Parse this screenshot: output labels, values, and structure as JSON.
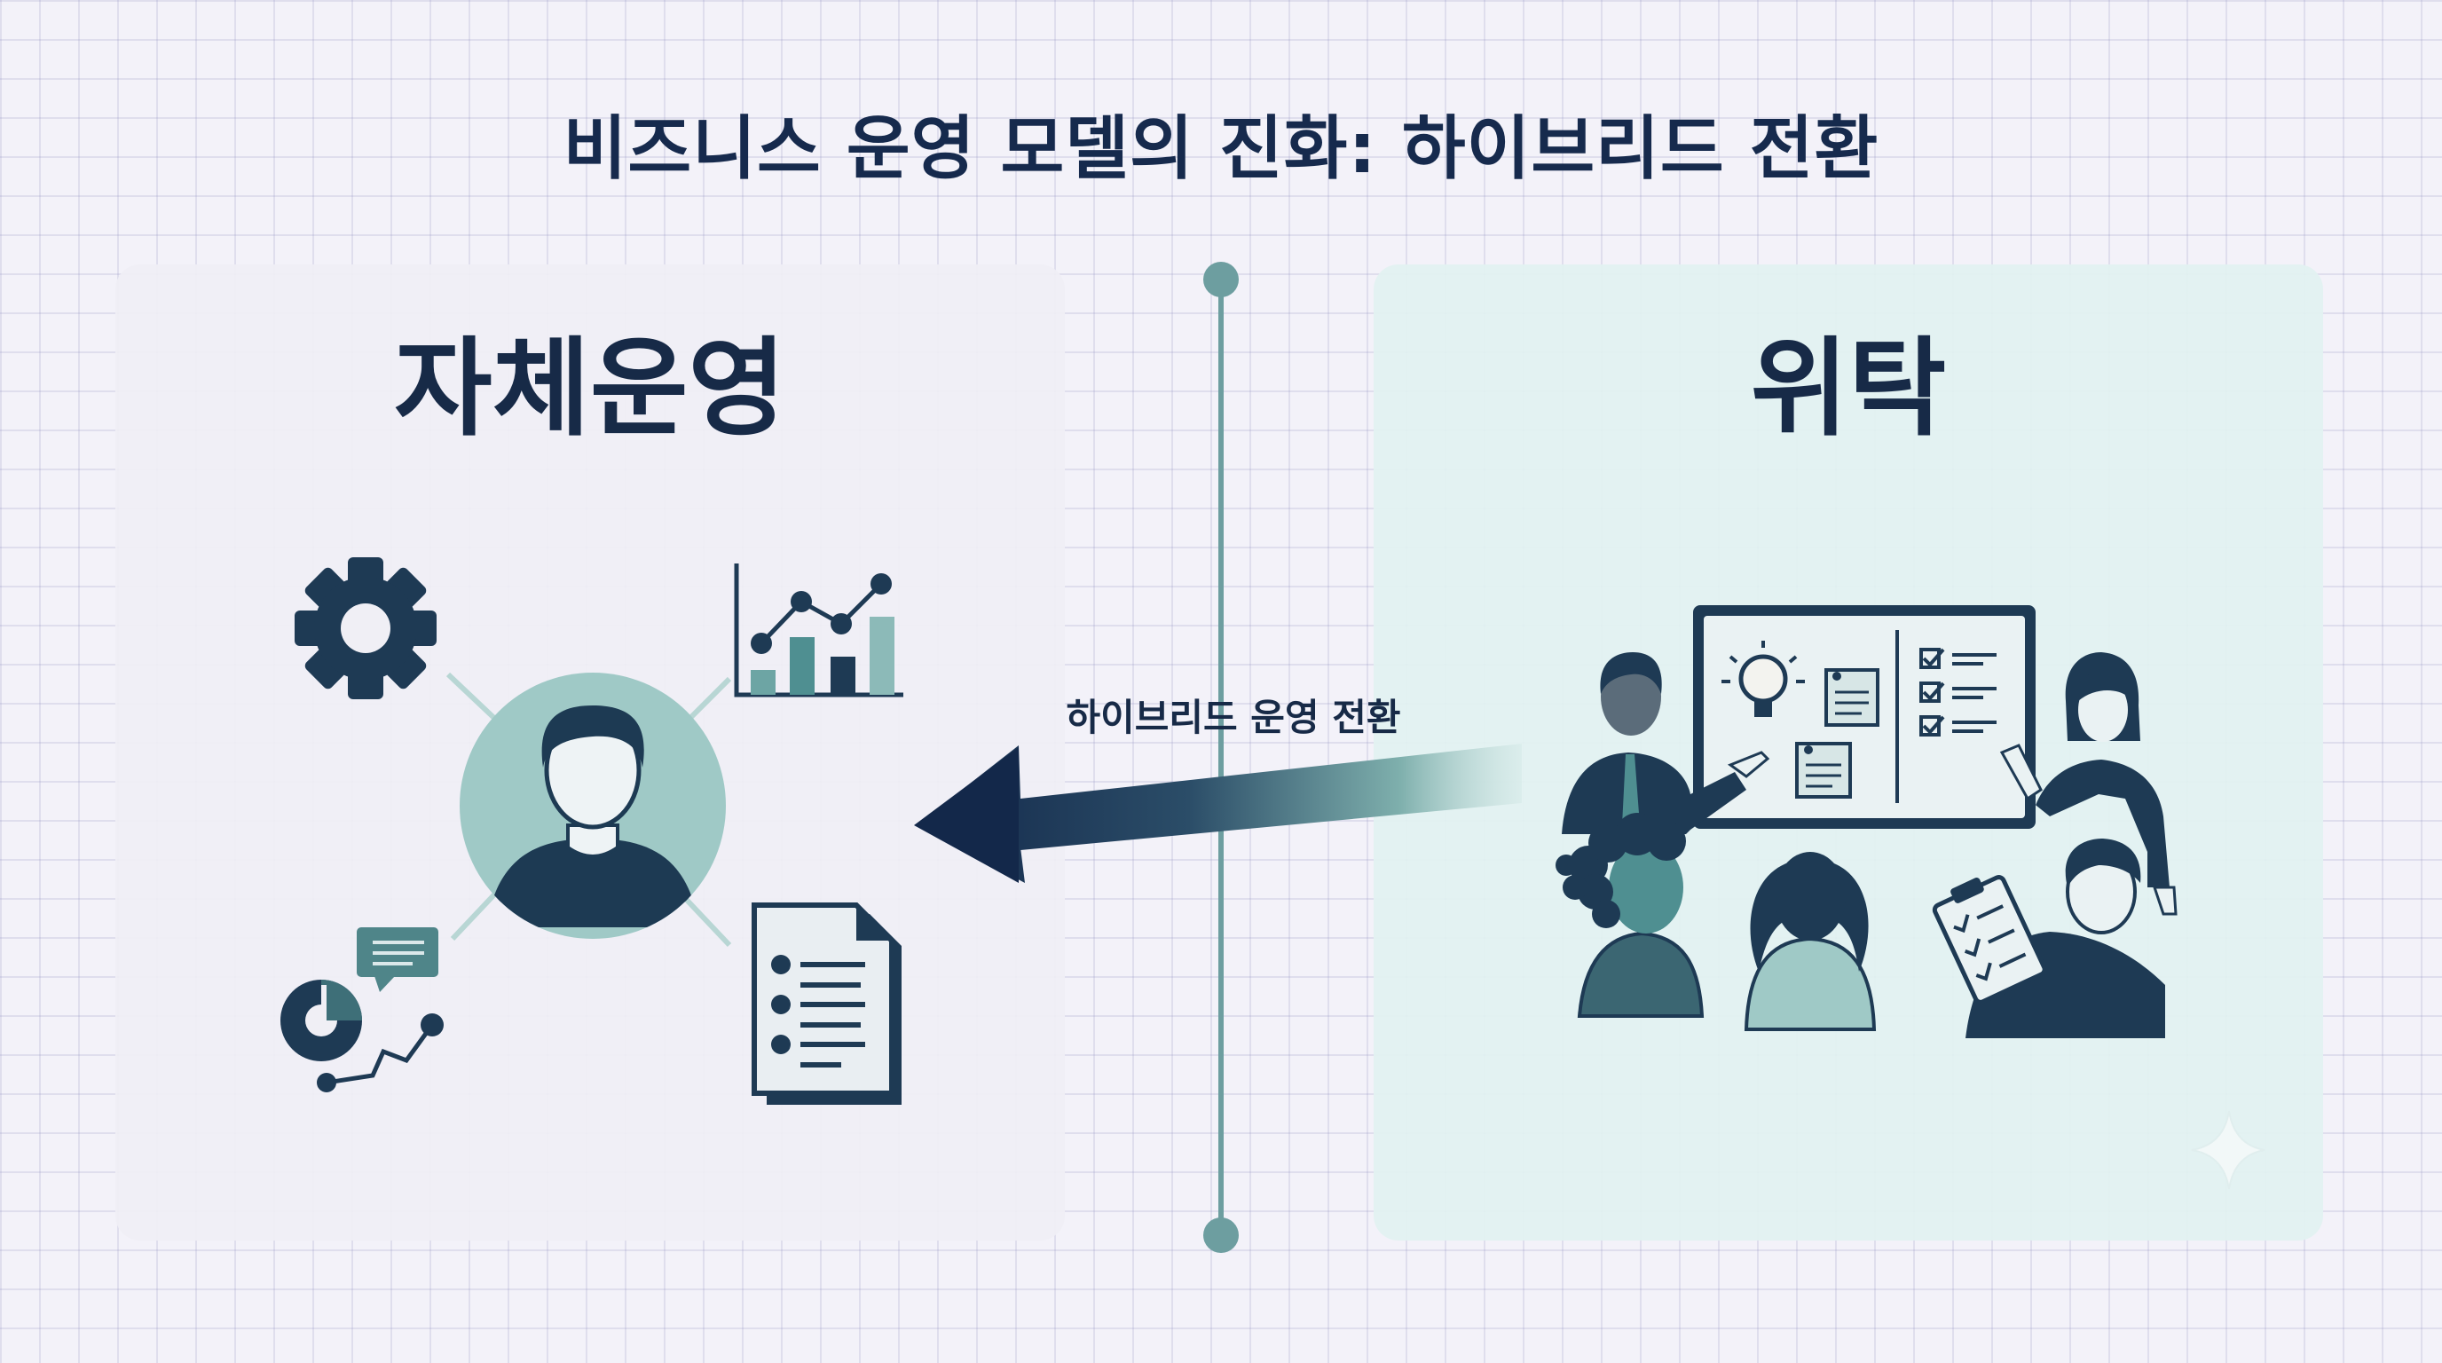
{
  "title": "비즈니스 운영 모델의 진화: 하이브리드 전환",
  "left_panel": {
    "title": "자체운영"
  },
  "right_panel": {
    "title": "위탁"
  },
  "transition": {
    "label": "하이브리드 운영 전환"
  },
  "icons": {
    "left": [
      "gear-icon",
      "bar-chart-icon",
      "person-avatar-icon",
      "analytics-icon",
      "document-icon"
    ],
    "right": [
      "team-presentation-illustration",
      "whiteboard-icon",
      "lightbulb-icon",
      "clipboard-icon"
    ]
  },
  "colors": {
    "navy": "#1c3552",
    "teal": "#9cc7c6",
    "teal_dark": "#5f9797",
    "divider": "#6d9ea0",
    "left_panel_bg": "#f0eff5",
    "right_panel_bg": "#e2f2f1"
  }
}
